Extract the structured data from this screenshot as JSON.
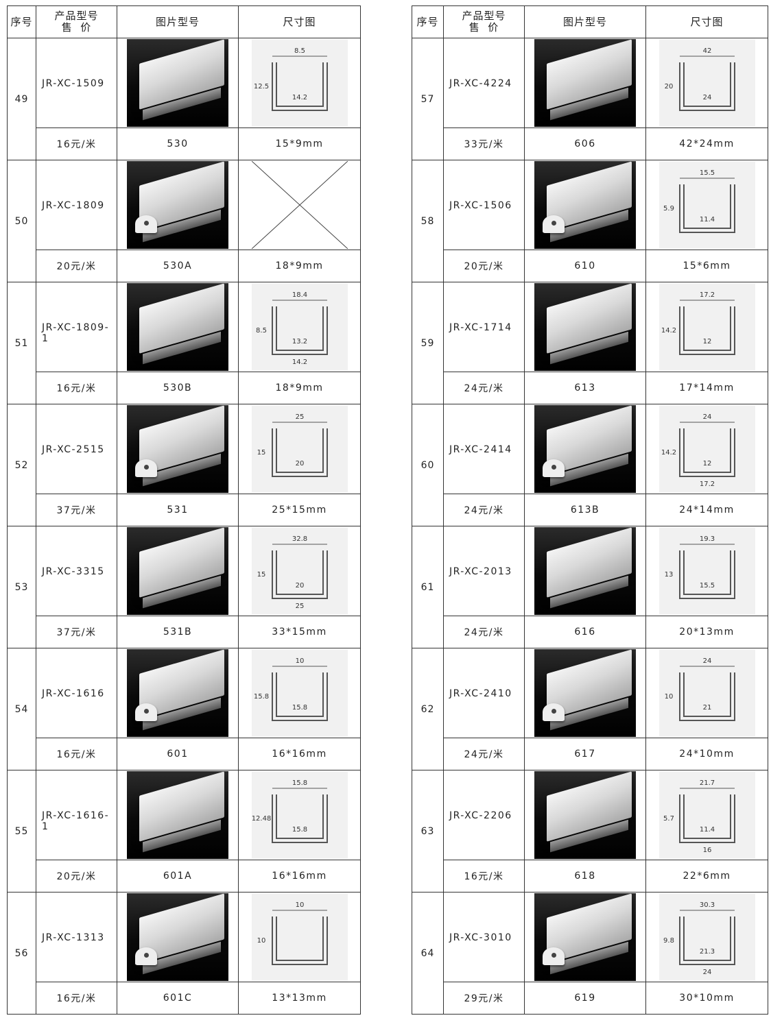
{
  "headers": {
    "seq": "序号",
    "model_line1": "产品型号",
    "model_line2": "售  价",
    "photo": "图片型号",
    "dims": "尺寸图"
  },
  "left_items": [
    {
      "seq": "49",
      "model": "JR-XC-1509",
      "price": "16元/米",
      "image_no": "530",
      "size": "15*9mm",
      "dim_labels": [
        "8.5",
        "12.5",
        "14.2"
      ]
    },
    {
      "seq": "50",
      "model": "JR-XC-1809",
      "price": "20元/米",
      "image_no": "530A",
      "size": "18*9mm",
      "dim_labels": []
    },
    {
      "seq": "51",
      "model": "JR-XC-1809-1",
      "price": "16元/米",
      "image_no": "530B",
      "size": "18*9mm",
      "dim_labels": [
        "18.4",
        "8.5",
        "13.2",
        "14.2"
      ]
    },
    {
      "seq": "52",
      "model": "JR-XC-2515",
      "price": "37元/米",
      "image_no": "531",
      "size": "25*15mm",
      "dim_labels": [
        "25",
        "15",
        "20"
      ]
    },
    {
      "seq": "53",
      "model": "JR-XC-3315",
      "price": "37元/米",
      "image_no": "531B",
      "size": "33*15mm",
      "dim_labels": [
        "32.8",
        "15",
        "20",
        "25"
      ]
    },
    {
      "seq": "54",
      "model": "JR-XC-1616",
      "price": "16元/米",
      "image_no": "601",
      "size": "16*16mm",
      "dim_labels": [
        "10",
        "15.8",
        "15.8"
      ]
    },
    {
      "seq": "55",
      "model": "JR-XC-1616-1",
      "price": "20元/米",
      "image_no": "601A",
      "size": "16*16mm",
      "dim_labels": [
        "15.8",
        "12.48",
        "15.8"
      ]
    },
    {
      "seq": "56",
      "model": "JR-XC-1313",
      "price": "16元/米",
      "image_no": "601C",
      "size": "13*13mm",
      "dim_labels": [
        "10",
        "10"
      ]
    }
  ],
  "right_items": [
    {
      "seq": "57",
      "model": "JR-XC-4224",
      "price": "33元/米",
      "image_no": "606",
      "size": "42*24mm",
      "dim_labels": [
        "42",
        "20",
        "24"
      ]
    },
    {
      "seq": "58",
      "model": "JR-XC-1506",
      "price": "20元/米",
      "image_no": "610",
      "size": "15*6mm",
      "dim_labels": [
        "15.5",
        "5.9",
        "11.4"
      ]
    },
    {
      "seq": "59",
      "model": "JR-XC-1714",
      "price": "24元/米",
      "image_no": "613",
      "size": "17*14mm",
      "dim_labels": [
        "17.2",
        "14.2",
        "12"
      ]
    },
    {
      "seq": "60",
      "model": "JR-XC-2414",
      "price": "24元/米",
      "image_no": "613B",
      "size": "24*14mm",
      "dim_labels": [
        "24",
        "14.2",
        "12",
        "17.2"
      ]
    },
    {
      "seq": "61",
      "model": "JR-XC-2013",
      "price": "24元/米",
      "image_no": "616",
      "size": "20*13mm",
      "dim_labels": [
        "19.3",
        "13",
        "15.5"
      ]
    },
    {
      "seq": "62",
      "model": "JR-XC-2410",
      "price": "24元/米",
      "image_no": "617",
      "size": "24*10mm",
      "dim_labels": [
        "24",
        "10",
        "21"
      ]
    },
    {
      "seq": "63",
      "model": "JR-XC-2206",
      "price": "16元/米",
      "image_no": "618",
      "size": "22*6mm",
      "dim_labels": [
        "21.7",
        "5.7",
        "11.4",
        "16"
      ]
    },
    {
      "seq": "64",
      "model": "JR-XC-3010",
      "price": "29元/米",
      "image_no": "619",
      "size": "30*10mm",
      "dim_labels": [
        "30.3",
        "9.8",
        "21.3",
        "24"
      ]
    }
  ]
}
